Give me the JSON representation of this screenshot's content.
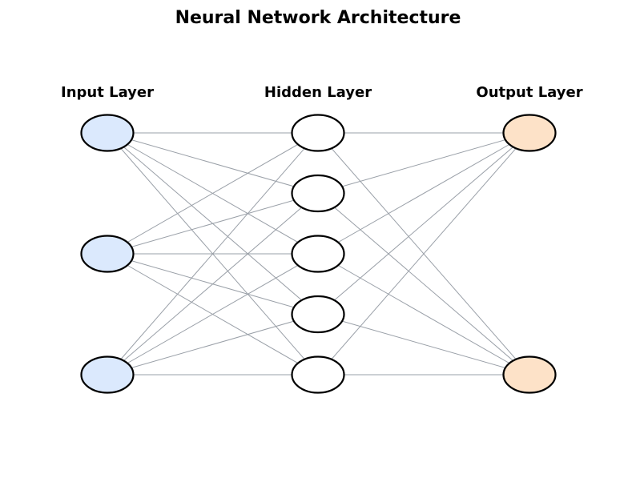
{
  "title": "Neural Network Architecture",
  "layers": [
    {
      "label": "Input Layer",
      "nodes": 3,
      "fill": "#dbe9fd"
    },
    {
      "label": "Hidden Layer",
      "nodes": 5,
      "fill": "#ffffff"
    },
    {
      "label": "Output Layer",
      "nodes": 2,
      "fill": "#fde2c8"
    }
  ],
  "connections": "fully-connected between adjacent layers",
  "colors": {
    "edge": "#9aa0a8",
    "node_stroke": "#000000",
    "background": "#ffffff"
  }
}
